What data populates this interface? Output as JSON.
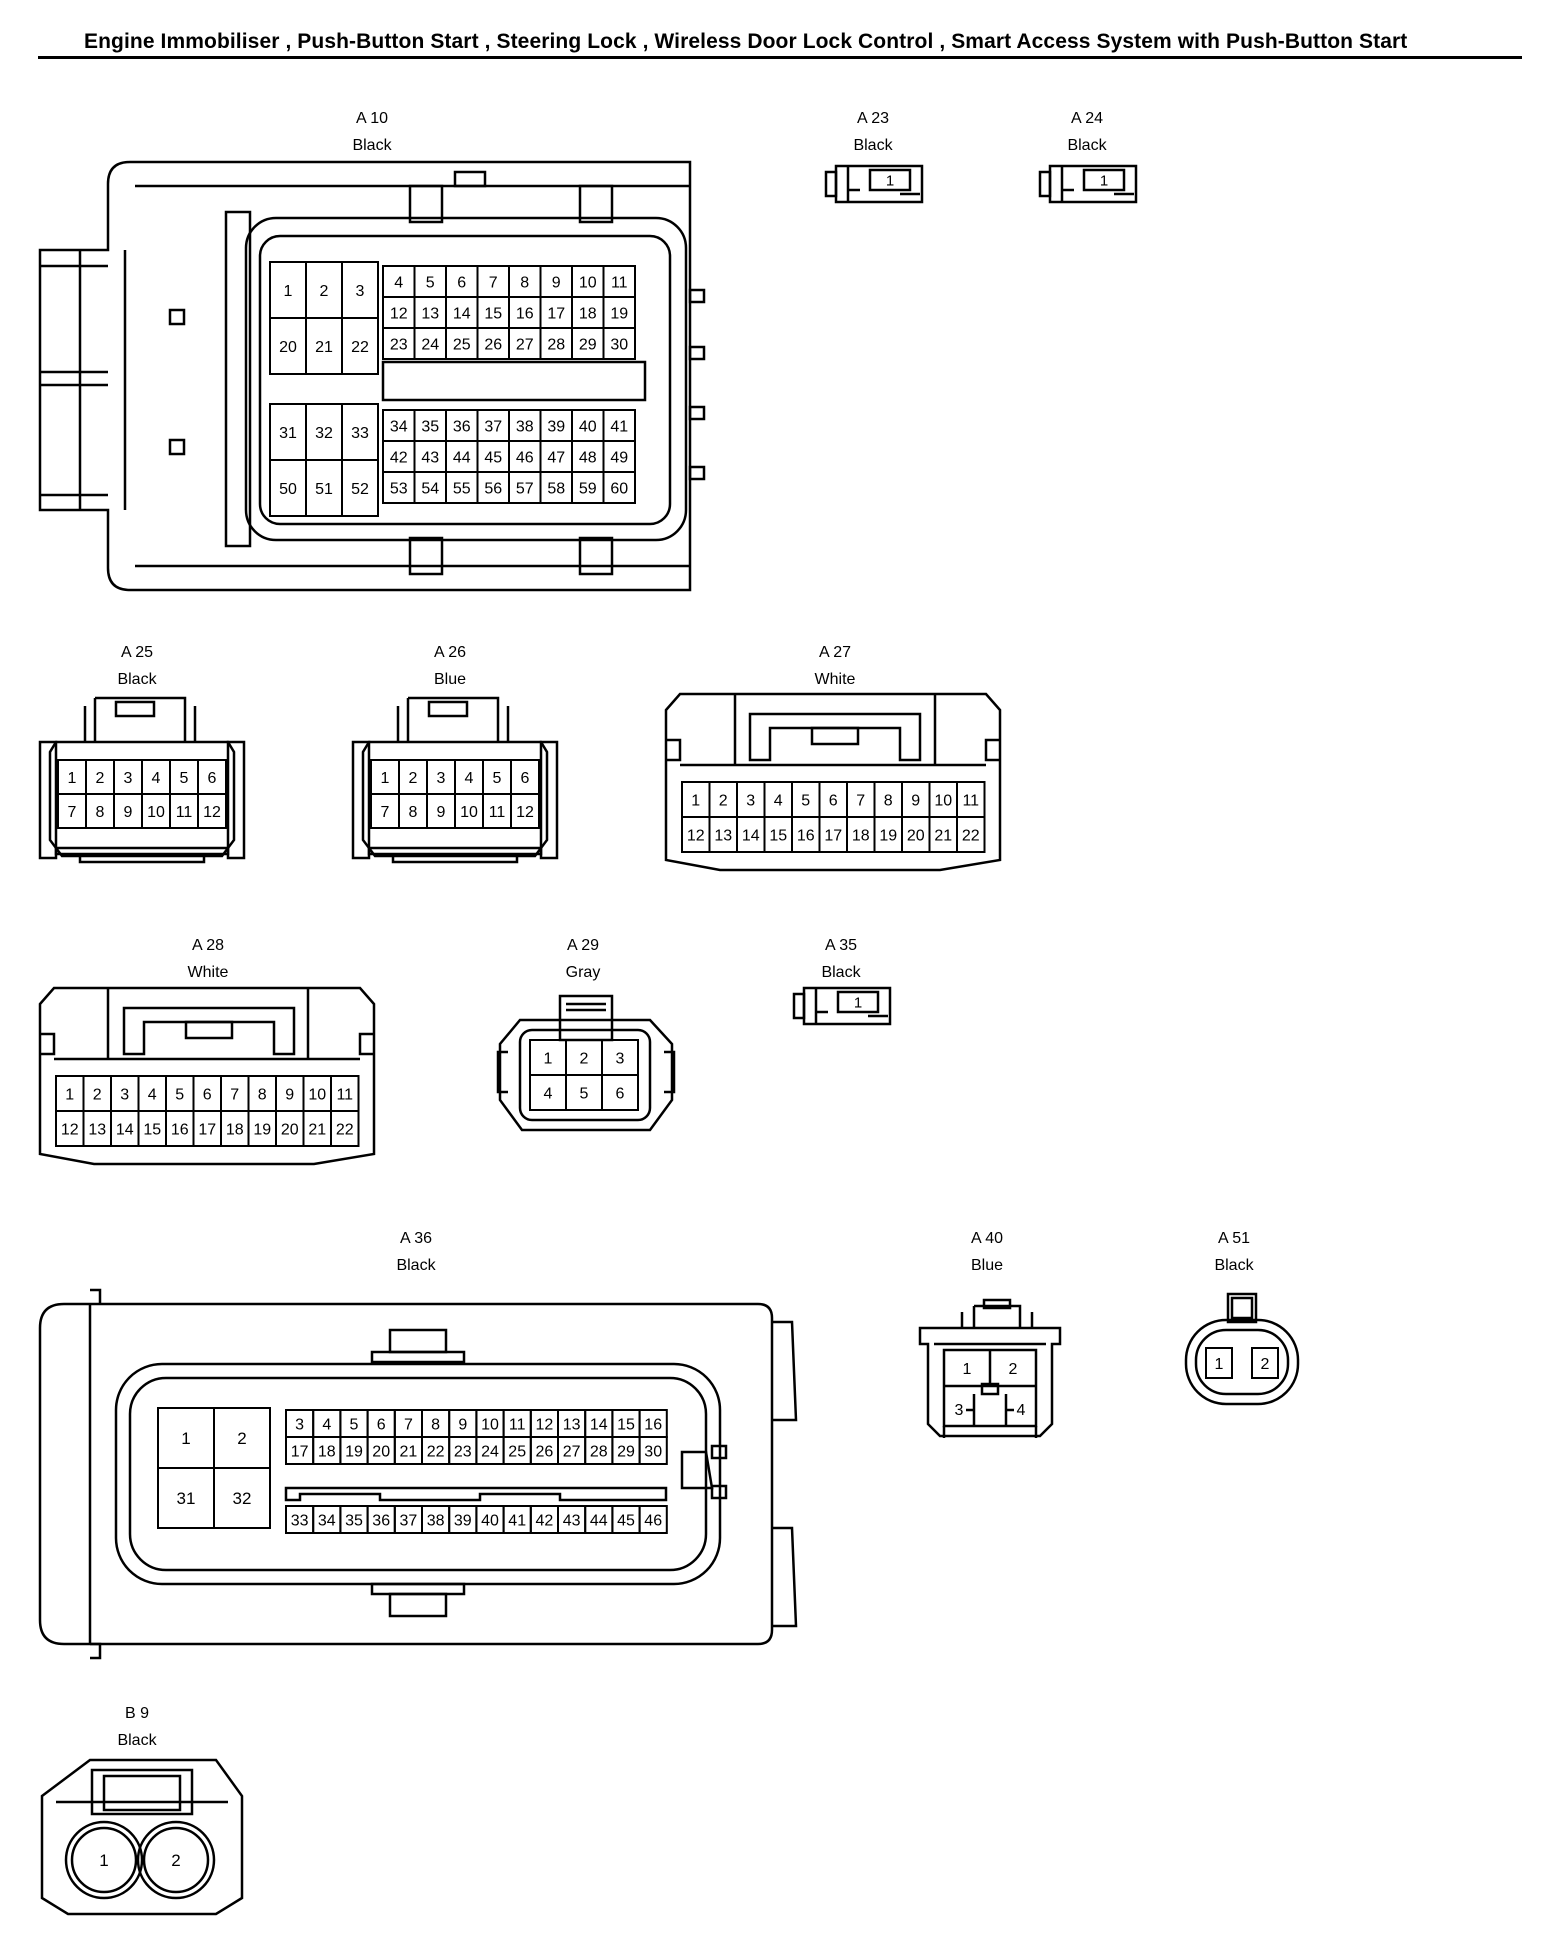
{
  "header": {
    "title": "Engine Immobiliser , Push-Button Start , Steering Lock , Wireless Door Lock Control , Smart Access System with Push-Button Start"
  },
  "connectors": {
    "A10": {
      "id": "A 10",
      "color": "Black"
    },
    "A23": {
      "id": "A 23",
      "color": "Black"
    },
    "A24": {
      "id": "A 24",
      "color": "Black"
    },
    "A25": {
      "id": "A 25",
      "color": "Black"
    },
    "A26": {
      "id": "A 26",
      "color": "Blue"
    },
    "A27": {
      "id": "A 27",
      "color": "White"
    },
    "A28": {
      "id": "A 28",
      "color": "White"
    },
    "A29": {
      "id": "A 29",
      "color": "Gray"
    },
    "A35": {
      "id": "A 35",
      "color": "Black"
    },
    "A36": {
      "id": "A 36",
      "color": "Black"
    },
    "A40": {
      "id": "A 40",
      "color": "Blue"
    },
    "A51": {
      "id": "A 51",
      "color": "Black"
    },
    "B9": {
      "id": "B 9",
      "color": "Black"
    }
  },
  "pins": {
    "A10": [
      [
        [
          "1",
          "2",
          "3"
        ],
        [
          "20",
          "21",
          "22"
        ]
      ],
      [
        [
          "4",
          "5",
          "6",
          "7",
          "8",
          "9",
          "10",
          "11"
        ],
        [
          "12",
          "13",
          "14",
          "15",
          "16",
          "17",
          "18",
          "19"
        ],
        [
          "23",
          "24",
          "25",
          "26",
          "27",
          "28",
          "29",
          "30"
        ]
      ],
      [
        [
          "31",
          "32",
          "33"
        ],
        [
          "50",
          "51",
          "52"
        ]
      ],
      [
        [
          "34",
          "35",
          "36",
          "37",
          "38",
          "39",
          "40",
          "41"
        ],
        [
          "42",
          "43",
          "44",
          "45",
          "46",
          "47",
          "48",
          "49"
        ],
        [
          "53",
          "54",
          "55",
          "56",
          "57",
          "58",
          "59",
          "60"
        ]
      ]
    ],
    "A23": [
      "1"
    ],
    "A24": [
      "1"
    ],
    "A25": [
      [
        "1",
        "2",
        "3",
        "4",
        "5",
        "6"
      ],
      [
        "7",
        "8",
        "9",
        "10",
        "11",
        "12"
      ]
    ],
    "A26": [
      [
        "1",
        "2",
        "3",
        "4",
        "5",
        "6"
      ],
      [
        "7",
        "8",
        "9",
        "10",
        "11",
        "12"
      ]
    ],
    "A27": [
      [
        "1",
        "2",
        "3",
        "4",
        "5",
        "6",
        "7",
        "8",
        "9",
        "10",
        "11"
      ],
      [
        "12",
        "13",
        "14",
        "15",
        "16",
        "17",
        "18",
        "19",
        "20",
        "21",
        "22"
      ]
    ],
    "A28": [
      [
        "1",
        "2",
        "3",
        "4",
        "5",
        "6",
        "7",
        "8",
        "9",
        "10",
        "11"
      ],
      [
        "12",
        "13",
        "14",
        "15",
        "16",
        "17",
        "18",
        "19",
        "20",
        "21",
        "22"
      ]
    ],
    "A29": [
      [
        "1",
        "2",
        "3"
      ],
      [
        "4",
        "5",
        "6"
      ]
    ],
    "A35": [
      "1"
    ],
    "A36": [
      [
        [
          "1",
          "2"
        ],
        [
          "31",
          "32"
        ]
      ],
      [
        [
          "3",
          "4",
          "5",
          "6",
          "7",
          "8",
          "9",
          "10",
          "11",
          "12",
          "13",
          "14",
          "15",
          "16"
        ],
        [
          "17",
          "18",
          "19",
          "20",
          "21",
          "22",
          "23",
          "24",
          "25",
          "26",
          "27",
          "28",
          "29",
          "30"
        ]
      ],
      [
        [
          "33",
          "34",
          "35",
          "36",
          "37",
          "38",
          "39",
          "40",
          "41",
          "42",
          "43",
          "44",
          "45",
          "46"
        ]
      ]
    ],
    "A40": [
      "1",
      "2",
      "3",
      "4"
    ],
    "A51": [
      "1",
      "2"
    ],
    "B9": [
      "1",
      "2"
    ]
  }
}
